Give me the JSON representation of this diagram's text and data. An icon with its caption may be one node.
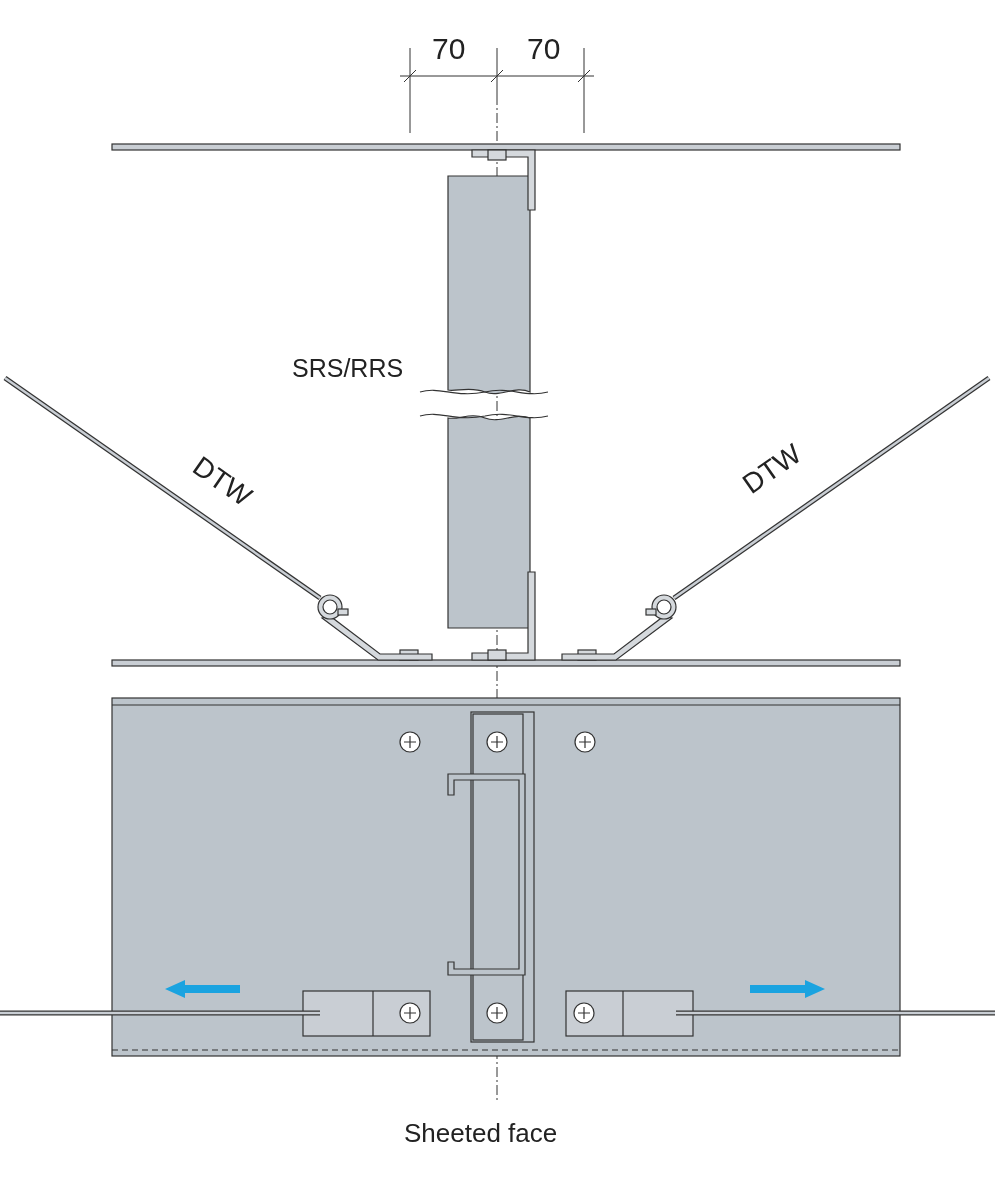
{
  "diagram": {
    "labels": [
      "70",
      "70",
      "SRS/RRS",
      "DTW",
      "DTW",
      "Sheeted face"
    ]
  }
}
